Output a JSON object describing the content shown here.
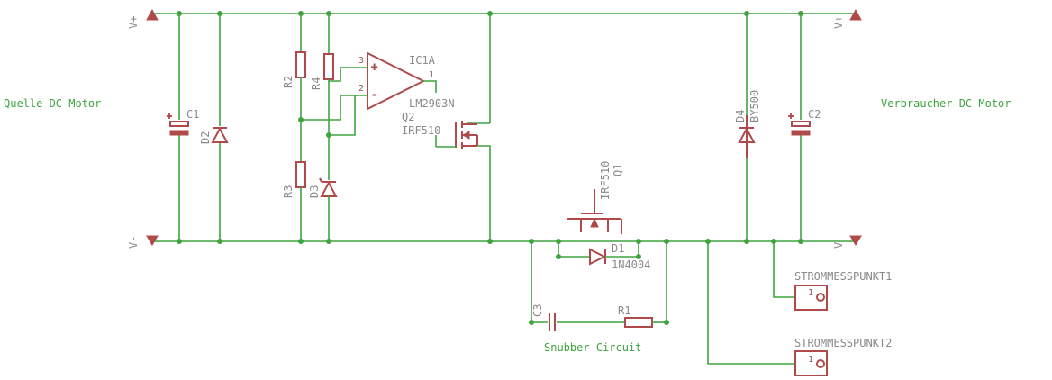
{
  "texts": {
    "quelle": "Quelle DC Motor",
    "verbraucher": "Verbraucher DC Motor",
    "snubber": "Snubber Circuit",
    "vplus": "V+",
    "vminus": "V-",
    "c1": "C1",
    "c2": "C2",
    "c3": "C3",
    "d1": "D1",
    "d1_val": "1N4004",
    "d2": "D2",
    "d3": "D3",
    "d4": "D4",
    "d4_val": "BY500",
    "r1": "R1",
    "r2": "R2",
    "r3": "R3",
    "r4": "R4",
    "ic1a": "IC1A",
    "ic_val": "LM2903N",
    "q2": "Q2",
    "q2_val": "IRF510",
    "q1": "Q1",
    "q1_val": "IRF510",
    "pin3": "3",
    "pin2": "2",
    "pin1": "1",
    "plus": "+",
    "minus": "-",
    "sm1": "STROMMESSPUNKT1",
    "sm2": "STROMMESSPUNKT2",
    "sm_pin": "1"
  },
  "colors": {
    "wire": "#3fa43f",
    "symbol": "#b04a4a",
    "label": "#8a8a8a"
  }
}
